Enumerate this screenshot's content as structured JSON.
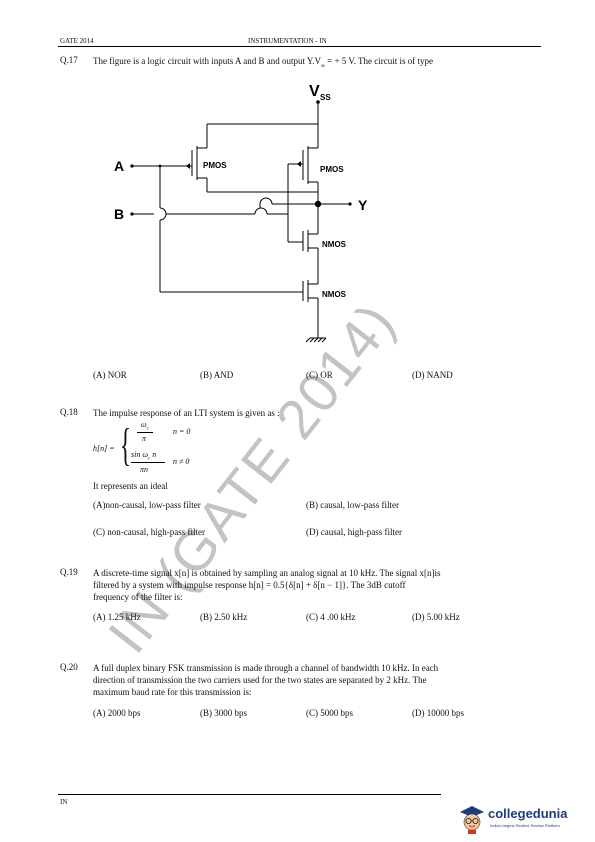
{
  "header": {
    "left": "GATE 2014",
    "center": "INSTRUMENTATION - IN"
  },
  "q17": {
    "num": "Q.17",
    "text_a": "The figure is a logic circuit with inputs A and B and output Y.V",
    "text_sub": "ss",
    "text_b": " = + 5 V. The circuit is of type",
    "circuit": {
      "vss": "V",
      "vss_sub": "SS",
      "input_a": "A",
      "input_b": "B",
      "output_y": "Y",
      "pmos1": "PMOS",
      "pmos2": "PMOS",
      "nmos1": "NMOS",
      "nmos2": "NMOS"
    },
    "options": [
      "(A) NOR",
      "(B) AND",
      "(C) OR",
      "(D) NAND"
    ]
  },
  "q18": {
    "num": "Q.18",
    "text": "The impulse response of an LTI system is given as :",
    "eq": {
      "lhs": "h[n] =",
      "c1_num": "ω",
      "c1_num_sub": "c",
      "c1_den": "π",
      "c1_cond": "n = 0",
      "c2_num": "sin ω",
      "c2_num_sub": "c",
      "c2_num_tail": " n",
      "c2_den": "πn",
      "c2_cond": "n ≠ 0"
    },
    "represents": "It represents an ideal",
    "options": [
      "(A)non-causal, low-pass filter",
      "(B) causal, low-pass filter",
      "(C) non-causal, high-pass filter",
      "(D) causal, high-pass filter"
    ]
  },
  "q19": {
    "num": "Q.19",
    "line1": "A discrete-time signal x[n] is obtained by sampling an analog signal at 10 kHz. The signal x[n]is",
    "line2": "filtered by a system with impulse response h[n]  =  0.5{δ[n] + δ[n − 1]}. The 3dB cutoff",
    "line3": "frequency of the filter is:",
    "options": [
      "(A) 1.25 kHz",
      "(B) 2.50 kHz",
      "(C) 4 .00 kHz",
      "(D) 5.00 kHz"
    ]
  },
  "q20": {
    "num": "Q.20",
    "line1": "A full duplex binary FSK transmission is made through a channel of bandwidth 10 kHz. In each",
    "line2": "direction of transmission the two carriers used for the two states are separated by 2 kHz.  The",
    "line3": "maximum baud rate for this transmission is:",
    "options": [
      "(A) 2000 bps",
      "(B) 3000 bps",
      "(C)  5000 bps",
      "(D)  10000 bps"
    ]
  },
  "footer": {
    "left": "IN"
  },
  "watermark": "IN (GATE 2014)",
  "logo": {
    "name": "collegedunia",
    "tagline": "India's largest Student Review Platform",
    "icon": "graduate-mascot-icon"
  }
}
